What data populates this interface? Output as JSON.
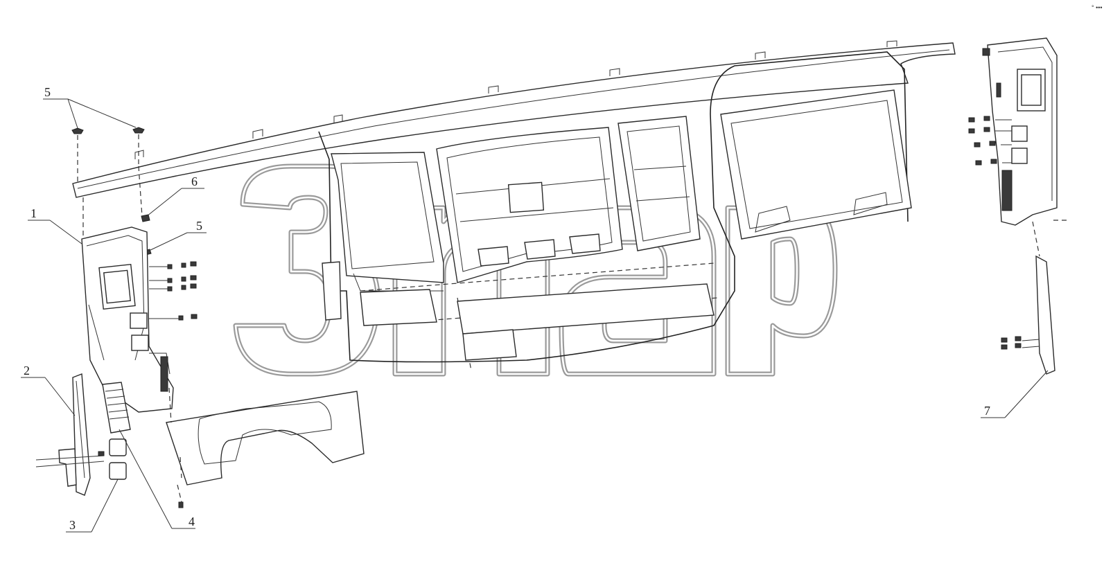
{
  "callouts": [
    {
      "label": "5"
    },
    {
      "label": "6"
    },
    {
      "label": "5"
    },
    {
      "label": "1"
    },
    {
      "label": "2"
    },
    {
      "label": "3"
    },
    {
      "label": "4"
    },
    {
      "label": "7"
    }
  ],
  "watermark": {
    "mark": "™"
  },
  "corner_mark": "° •••",
  "colors": {
    "lines": "#222222",
    "watermark": "#9a9a9a",
    "background": "#ffffff"
  }
}
